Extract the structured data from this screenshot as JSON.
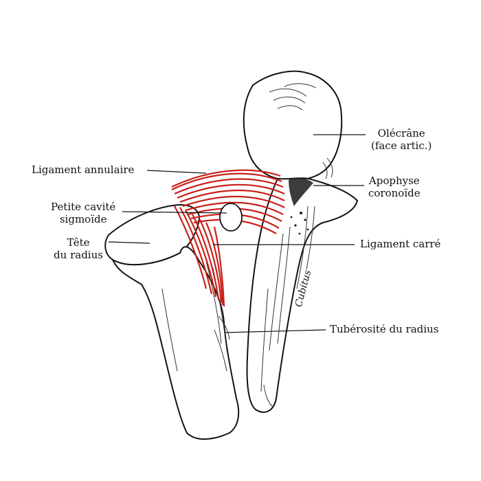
{
  "labels": {
    "olecrane": {
      "line1": "Olécrâne",
      "line2": "(face artic.)"
    },
    "ligament_annulaire": "Ligament annulaire",
    "apophyse_coronoide": {
      "line1": "Apophyse",
      "line2": "coronoïde"
    },
    "petite_cavite_sigmoide": {
      "line1": "Petite cavité",
      "line2": "sigmoïde"
    },
    "tete_du_radius": {
      "line1": "Tête",
      "line2": "du radius"
    },
    "ligament_carre": "Ligament carré",
    "cubitus": "Cubitus",
    "tuberosite_du_radius": "Tubérosité du radius"
  },
  "colors": {
    "ligament": "#c8201a",
    "line": "#111111",
    "background": "#ffffff"
  }
}
